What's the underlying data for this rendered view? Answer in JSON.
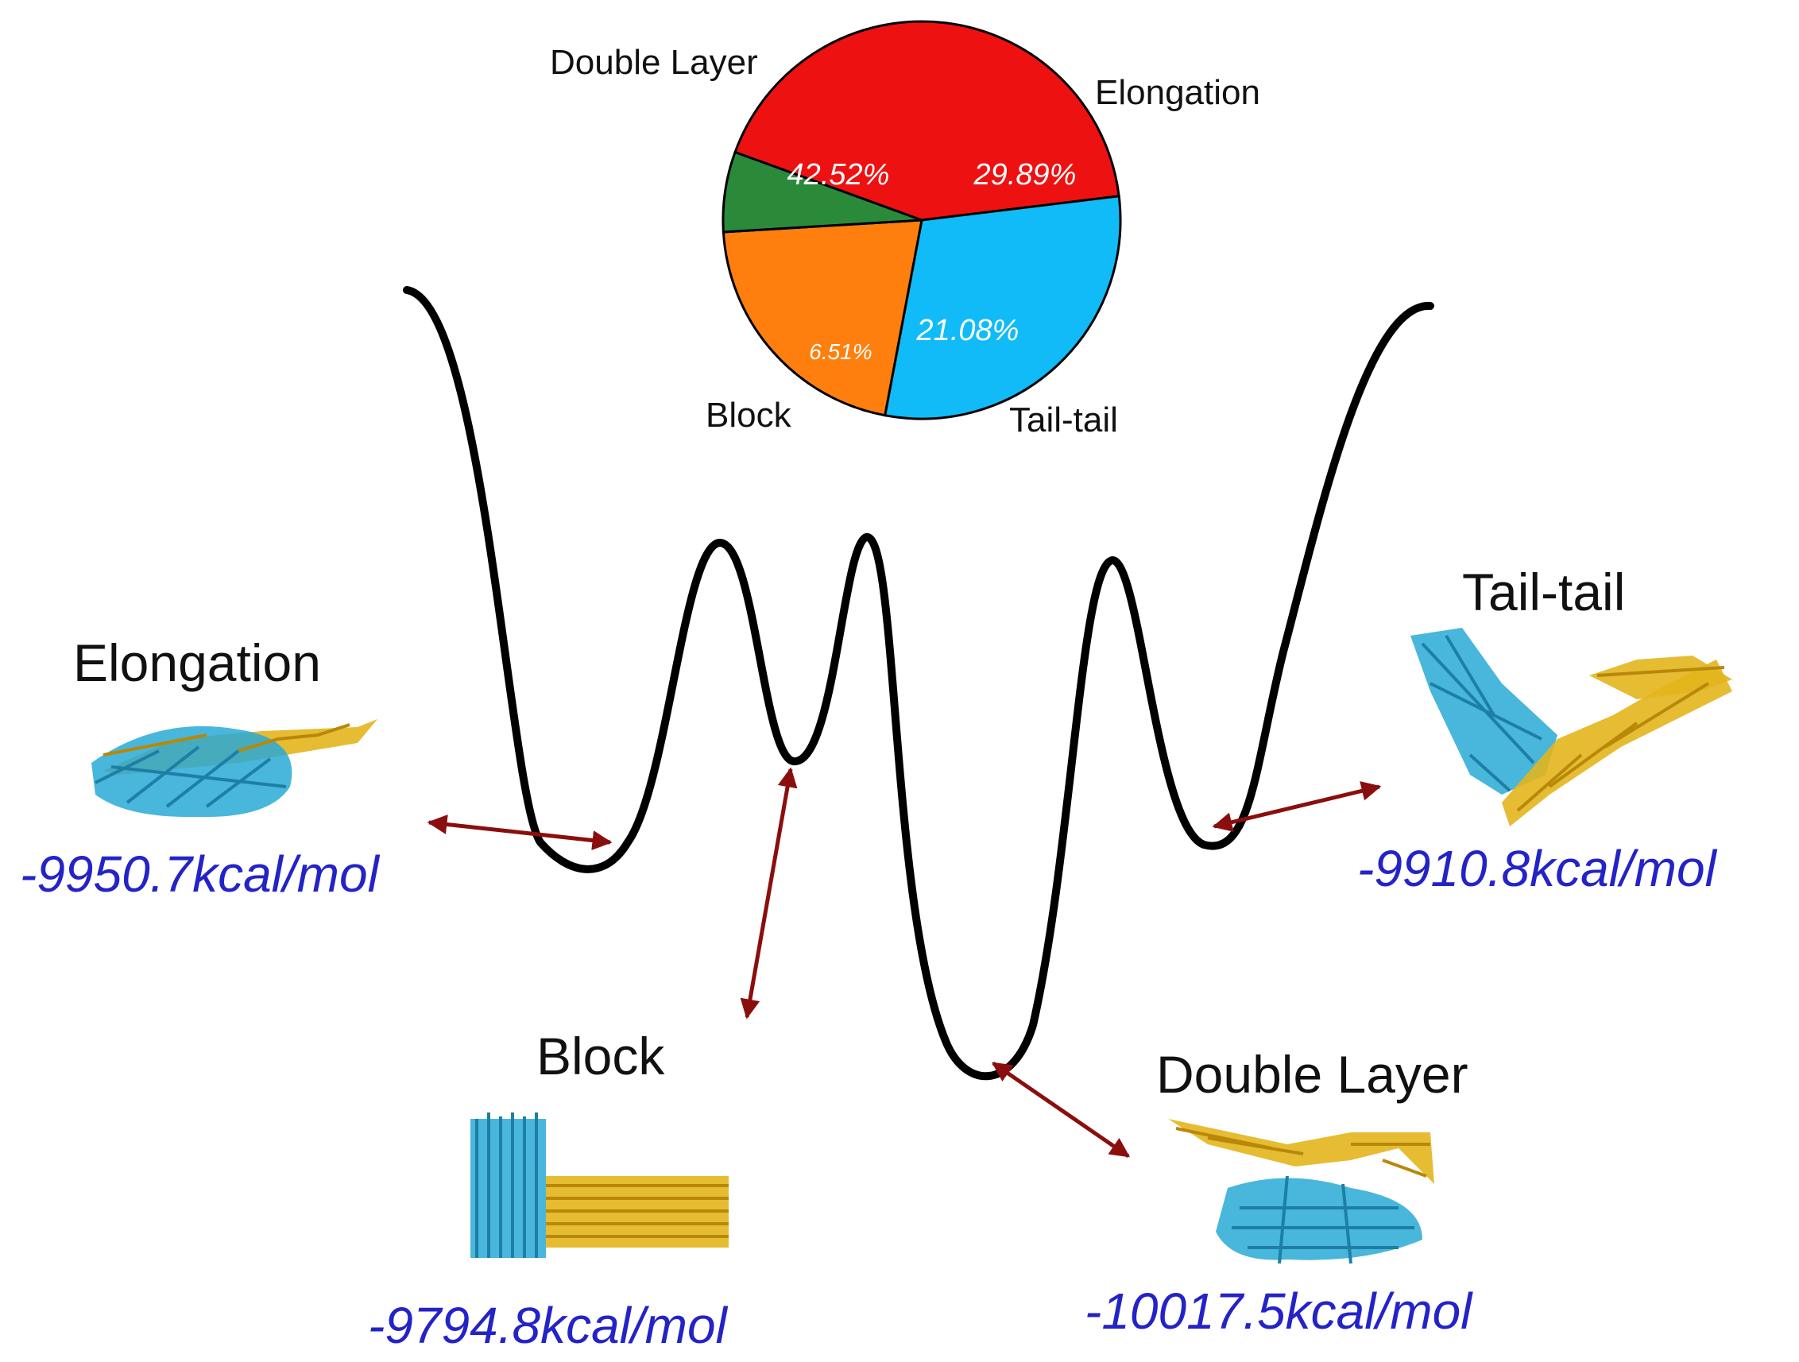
{
  "pie": {
    "slices": [
      {
        "key": "double_layer",
        "label": "Double Layer",
        "pct_label": "42.52%",
        "value": 42.52,
        "color": "#ee1111"
      },
      {
        "key": "elongation",
        "label": "Elongation",
        "pct_label": "29.89%",
        "value": 29.89,
        "color": "#11bbf7"
      },
      {
        "key": "tail_tail",
        "label": "Tail-tail",
        "pct_label": "21.08%",
        "value": 21.08,
        "color": "#ff7f0e"
      },
      {
        "key": "block",
        "label": "Block",
        "pct_label": "6.51%",
        "value": 6.51,
        "color": "#2a8a3a"
      }
    ]
  },
  "states": {
    "elongation": {
      "name": "Elongation",
      "energy": "-9950.7kcal/mol"
    },
    "block": {
      "name": "Block",
      "energy": "-9794.8kcal/mol"
    },
    "double_layer": {
      "name": "Double Layer",
      "energy": "-10017.5kcal/mol"
    },
    "tail_tail": {
      "name": "Tail-tail",
      "energy": "-9910.8kcal/mol"
    }
  },
  "colors": {
    "curve": "#000000",
    "arrow": "#8b0e0e",
    "energy_text": "#2323c8",
    "molecule_blue": "#29a9d6",
    "molecule_gold": "#e3b51c"
  }
}
